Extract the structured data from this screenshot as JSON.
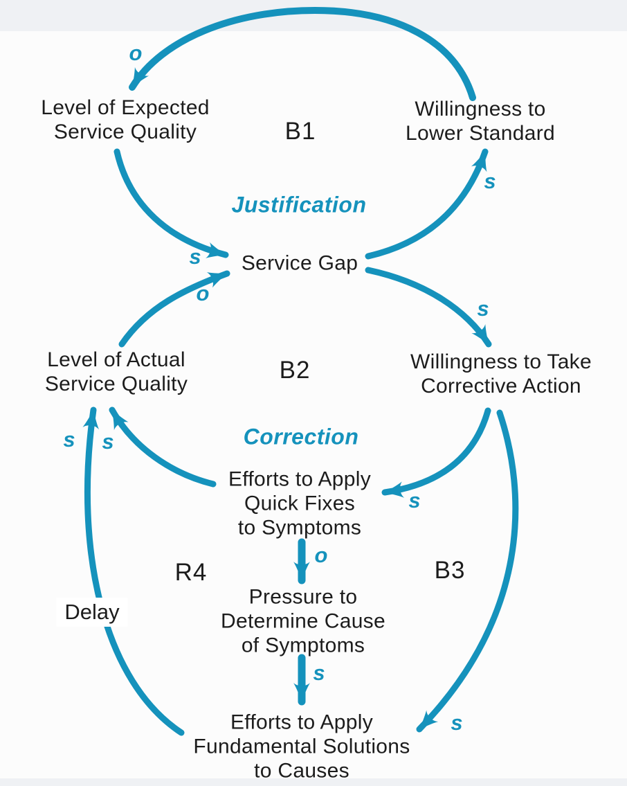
{
  "colors": {
    "accent": "#1592bc",
    "text": "#1c1c1c",
    "background": "#fcfcfc"
  },
  "nodes": {
    "expected": {
      "line1": "Level of Expected",
      "line2": "Service Quality"
    },
    "willingness_lower": {
      "line1": "Willingness to",
      "line2": "Lower Standard"
    },
    "service_gap": {
      "line1": "Service Gap"
    },
    "actual": {
      "line1": "Level of Actual",
      "line2": "Service Quality"
    },
    "willingness_corrective": {
      "line1": "Willingness to Take",
      "line2": "Corrective Action"
    },
    "efforts_quick": {
      "line1": "Efforts to Apply",
      "line2": "Quick Fixes",
      "line3": "to Symptoms"
    },
    "pressure": {
      "line1": "Pressure to",
      "line2": "Determine Cause",
      "line3": "of Symptoms"
    },
    "efforts_fundamental": {
      "line1": "Efforts to Apply",
      "line2": "Fundamental Solutions",
      "line3": "to Causes"
    }
  },
  "loops": {
    "b1": {
      "id": "B1",
      "name": "Justification"
    },
    "b2": {
      "id": "B2",
      "name": "Correction"
    },
    "r4": {
      "id": "R4"
    },
    "b3": {
      "id": "B3"
    }
  },
  "edges": {
    "lower_to_expected": {
      "from": "Willingness to Lower Standard",
      "to": "Level of Expected Service Quality",
      "polarity": "o"
    },
    "expected_to_gap": {
      "from": "Level of Expected Service Quality",
      "to": "Service Gap",
      "polarity": "s"
    },
    "actual_to_gap": {
      "from": "Level of Actual Service Quality",
      "to": "Service Gap",
      "polarity": "o"
    },
    "gap_to_lower": {
      "from": "Service Gap",
      "to": "Willingness to Lower Standard",
      "polarity": "s"
    },
    "gap_to_corrective": {
      "from": "Service Gap",
      "to": "Willingness to Take Corrective Action",
      "polarity": "s"
    },
    "corrective_to_quick": {
      "from": "Willingness to Take Corrective Action",
      "to": "Efforts to Apply Quick Fixes to Symptoms",
      "polarity": "s"
    },
    "quick_to_actual": {
      "from": "Efforts to Apply Quick Fixes to Symptoms",
      "to": "Level of Actual Service Quality",
      "polarity": "s"
    },
    "quick_to_pressure": {
      "from": "Efforts to Apply Quick Fixes to Symptoms",
      "to": "Pressure to Determine Cause of Symptoms",
      "polarity": "o"
    },
    "pressure_to_fundamental": {
      "from": "Pressure to Determine Cause of Symptoms",
      "to": "Efforts to Apply Fundamental Solutions to Causes",
      "polarity": "s"
    },
    "corrective_to_fundamental": {
      "from": "Willingness to Take Corrective Action",
      "to": "Efforts to Apply Fundamental Solutions to Causes",
      "polarity": "s"
    },
    "fundamental_to_actual": {
      "from": "Efforts to Apply Fundamental Solutions to Causes",
      "to": "Level of Actual Service Quality",
      "polarity": "s",
      "delay_label": "Delay"
    }
  }
}
